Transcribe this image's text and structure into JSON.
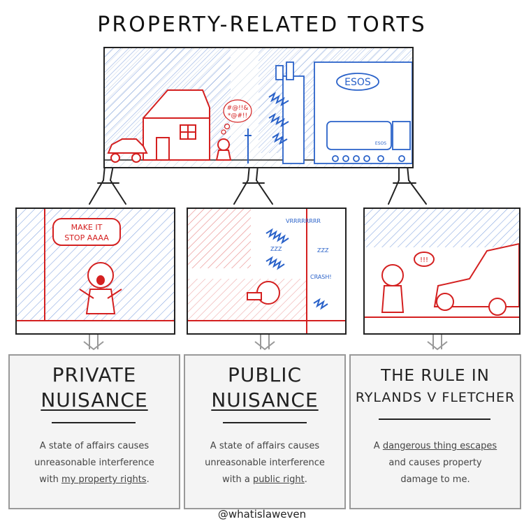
{
  "title": "PROPERTY-RELATED TORTS",
  "top_scene": {
    "sign_text": "ESOS",
    "truck_logo": "ESOS",
    "swear_bubble_line1": "#@!!&",
    "swear_bubble_line2": "*@#!!"
  },
  "panels": [
    {
      "bubble_line1": "MAKE IT",
      "bubble_line2": "STOP AAAA"
    },
    {
      "sound1": "VRRRRRRRR",
      "sound2": "ZZZ",
      "sound3": "ZZZ",
      "sound4": "CRASH!"
    },
    {
      "exclaim": "!!!"
    }
  ],
  "cards": [
    {
      "title_line1": "PRIVATE",
      "title_line2": "NUISANCE",
      "desc_line1": "A state of affairs causes",
      "desc_line2": "unreasonable interference",
      "desc_line3_pre": "with ",
      "desc_line3_hl": "my property rights",
      "desc_line3_post": "."
    },
    {
      "title_line1": "PUBLIC",
      "title_line2": "NUISANCE",
      "desc_line1": "A state of affairs causes",
      "desc_line2": "unreasonable interference",
      "desc_line3_pre": "with a ",
      "desc_line3_hl": "public right",
      "desc_line3_post": "."
    },
    {
      "title_line1": "THE RULE IN",
      "title_line2": "RYLANDS V FLETCHER",
      "desc_line1_pre": "A ",
      "desc_line1_hl": "dangerous thing escapes",
      "desc_line2": "and causes property",
      "desc_line3": "damage to me."
    }
  ],
  "handle": "@whatislaweven",
  "colors": {
    "red": "#d42020",
    "blue": "#2a62c9",
    "ink": "#222222",
    "gray": "#999999"
  }
}
